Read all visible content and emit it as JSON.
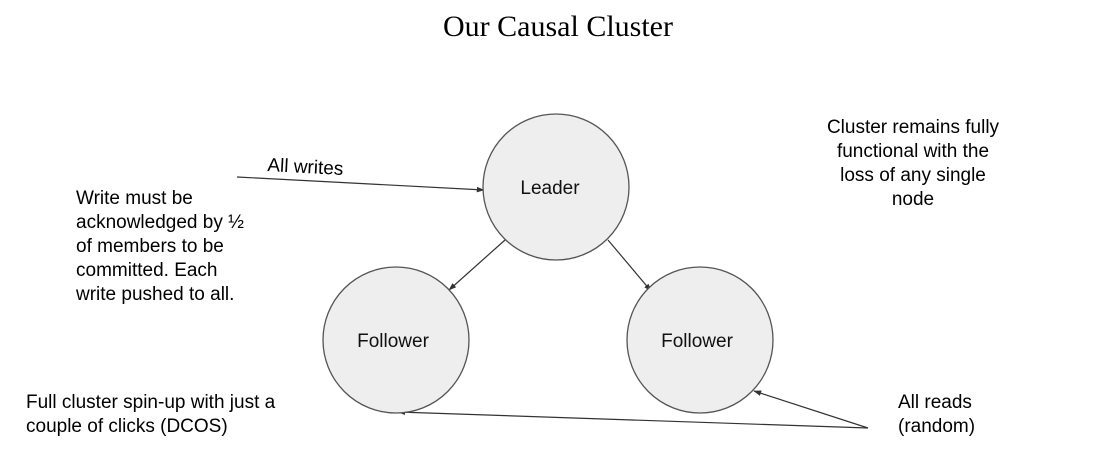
{
  "title": "Our Causal Cluster",
  "nodes": {
    "leader": "Leader",
    "follower_left": "Follower",
    "follower_right": "Follower"
  },
  "edge_labels": {
    "all_writes": "All writes"
  },
  "notes": {
    "write_acknowledged": "Write must be\nacknowledged by ½\nof members to be\ncommitted. Each\nwrite pushed to all.",
    "cluster_functional": "Cluster remains fully\nfunctional with the\nloss of any single\nnode",
    "spin_up": "Full cluster spin-up with just a\ncouple of clicks (DCOS)",
    "all_reads": "All reads\n(random)"
  },
  "colors": {
    "node_fill": "#eeeeee",
    "node_stroke": "#555555",
    "edge": "#333333"
  }
}
